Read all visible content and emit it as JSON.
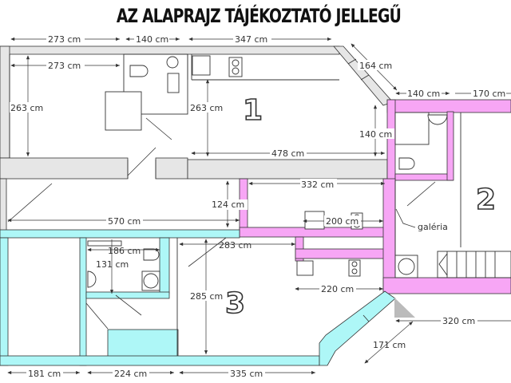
{
  "title": "AZ ALAPRAJZ TÁJÉKOZTATÓ JELLEGŰ",
  "colors": {
    "wall_grey": "#e6e6e6",
    "apartment2_pink": "#f7a6f5",
    "apartment3_cyan": "#aef7f7",
    "line": "#333333"
  },
  "rooms": {
    "unit1": "1",
    "unit2": "2",
    "unit3": "3"
  },
  "labels": {
    "gallery": "galéria"
  },
  "dimensions": {
    "top_273": "273 cm",
    "top_140": "140 cm",
    "top_347": "347 cm",
    "inner_273": "273 cm",
    "left_263": "263 cm",
    "mid_263": "263 cm",
    "diag_164": "164 cm",
    "right_140": "140 cm",
    "right_170": "170 cm",
    "vert_140": "140 cm",
    "h_478": "478 cm",
    "h_332": "332 cm",
    "v_124": "124 cm",
    "h_570": "570 cm",
    "h_200": "200 cm",
    "h_283": "283 cm",
    "h_186": "186 cm",
    "v_131": "131 cm",
    "v_285": "285 cm",
    "h_220": "220 cm",
    "h_320": "320 cm",
    "diag_171": "171 cm",
    "bot_181": "181 cm",
    "bot_224": "224 cm",
    "bot_335": "335 cm"
  }
}
